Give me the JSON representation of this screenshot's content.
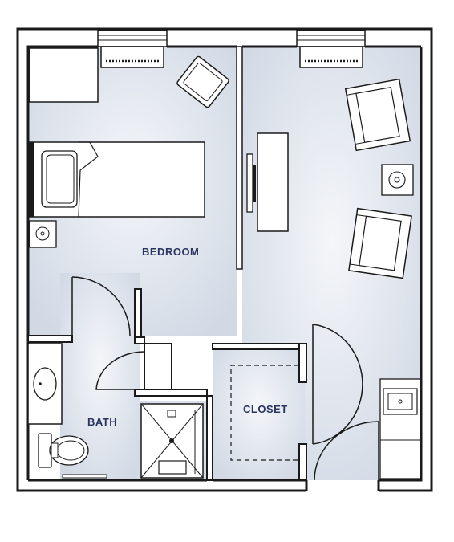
{
  "plan": {
    "rooms": {
      "bedroom": "BEDROOM",
      "bath": "BATH",
      "closet": "CLOSET"
    }
  },
  "colors": {
    "floor": "#dde3ec",
    "floor_light": "#f2f4f8",
    "wall": "#1a1a1a",
    "label": "#2b3561"
  }
}
